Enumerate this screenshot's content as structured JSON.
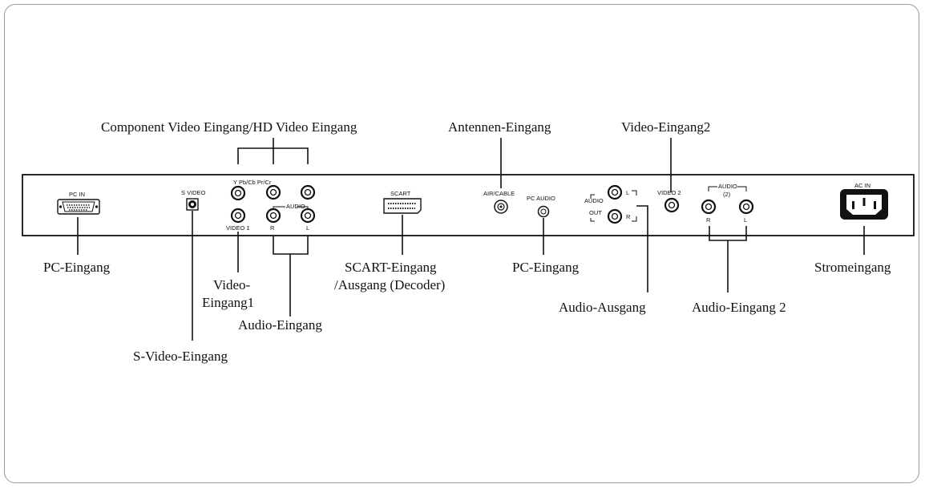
{
  "captions": {
    "component": "Component Video Eingang/HD Video Eingang",
    "antenna": "Antennen-Eingang",
    "video2": "Video-Eingang2",
    "pc_in": "PC-Eingang",
    "video1_a": "Video-",
    "video1_b": "Eingang1",
    "audio_in": "Audio-Eingang",
    "svideo": "S-Video-Eingang",
    "scart_a": "SCART-Eingang",
    "scart_b": "/Ausgang (Decoder)",
    "pc_audio": "PC-Eingang",
    "audio_out": "Audio-Ausgang",
    "audio_in2": "Audio-Eingang 2",
    "power": "Stromeingang"
  },
  "panel_labels": {
    "pc_in": "PC IN",
    "s_video": "S VIDEO",
    "ypbpr": "Y  Pb/Cb  Pr/Cr",
    "audio": "AUDIO",
    "video1": "VIDEO 1",
    "r": "R",
    "l": "L",
    "scart": "SCART",
    "air_cable": "AIR/CABLE",
    "pc_audio": "PC AUDIO",
    "audio_out_1": "AUDIO",
    "audio_out_2": "OUT",
    "video2": "VIDEO 2",
    "audio2": "AUDIO",
    "audio2_num": "(2)",
    "ac_in": "AC IN"
  }
}
